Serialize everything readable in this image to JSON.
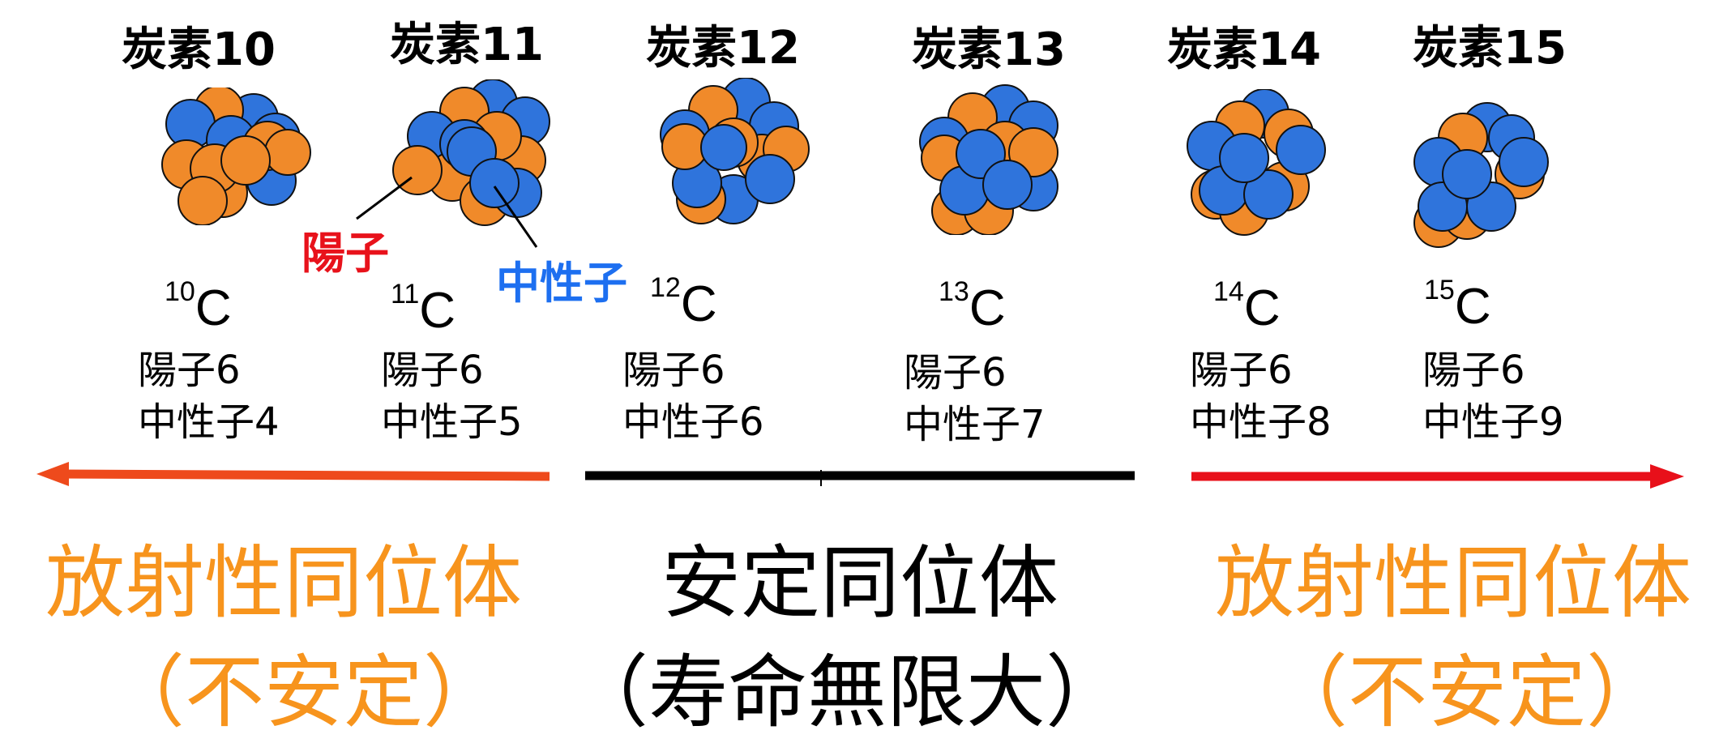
{
  "isotopes": [
    {
      "title": "炭素10",
      "mass": "10",
      "symbol": "C",
      "protons": "陽子6",
      "neutrons": "中性子4"
    },
    {
      "title": "炭素11",
      "mass": "11",
      "symbol": "C",
      "protons": "陽子6",
      "neutrons": "中性子5"
    },
    {
      "title": "炭素12",
      "mass": "12",
      "symbol": "C",
      "protons": "陽子6",
      "neutrons": "中性子6"
    },
    {
      "title": "炭素13",
      "mass": "13",
      "symbol": "C",
      "protons": "陽子6",
      "neutrons": "中性子7"
    },
    {
      "title": "炭素14",
      "mass": "14",
      "symbol": "C",
      "protons": "陽子6",
      "neutrons": "中性子8"
    },
    {
      "title": "炭素15",
      "mass": "15",
      "symbol": "C",
      "protons": "陽子6",
      "neutrons": "中性子9"
    }
  ],
  "legend": {
    "proton": "陽子",
    "neutron": "中性子"
  },
  "groups": {
    "left": {
      "title": "放射性同位体",
      "subtitle": "（不安定）"
    },
    "middle": {
      "title": "安定同位体",
      "subtitle": "（寿命無限大）"
    },
    "right": {
      "title": "放射性同位体",
      "subtitle": "（不安定）"
    }
  },
  "colors": {
    "proton": "#f08a2a",
    "neutron": "#2f74dc",
    "radioactive_text": "#f7941d",
    "arrow_left": "#ee4a1c",
    "arrow_right": "#e8101a",
    "stable_bar": "#000000"
  }
}
